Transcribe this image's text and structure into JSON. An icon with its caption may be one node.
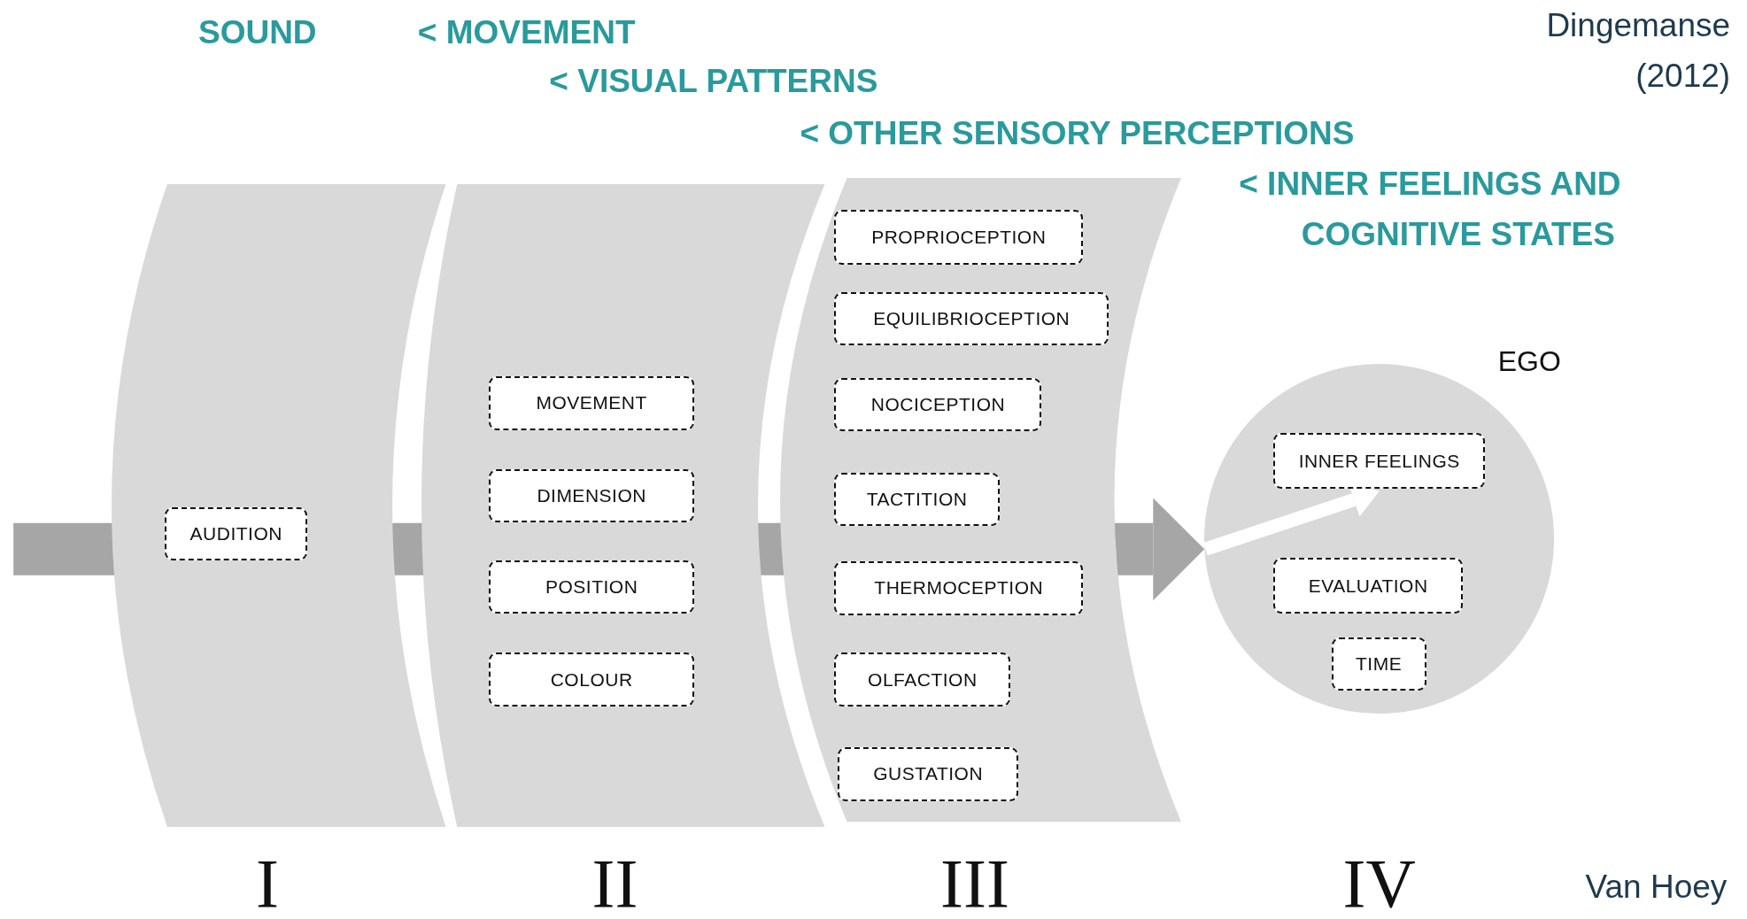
{
  "diagram": {
    "nodes": [
      {
        "text": [],
        "shape": "cylinder",
        "beside": [
          "I"
        ]
      },
      {
        "text": [
          "AUDITION"
        ],
        "in": 0
      },
      {
        "text": [],
        "shape": "cylinder",
        "beside": [
          "II"
        ]
      },
      {
        "text": [
          "MOVEMENT"
        ],
        "in": 2
      },
      {
        "text": [
          "DIMENSION"
        ],
        "in": 2
      },
      {
        "text": [
          "POSITION"
        ],
        "in": 2
      },
      {
        "text": [
          "COLOUR"
        ],
        "in": 2
      },
      {
        "text": [],
        "shape": "cylinder",
        "beside": [
          "III"
        ]
      },
      {
        "text": [
          "PROPRIOCEPTION"
        ],
        "in": 7
      },
      {
        "text": [
          "EQUILIBRIOCEPTION"
        ],
        "in": 7
      },
      {
        "text": [
          "NOCICEPTION"
        ],
        "in": 7
      },
      {
        "text": [
          "TACTITION"
        ],
        "in": 7
      },
      {
        "text": [
          "THERMOCEPTION"
        ],
        "in": 7
      },
      {
        "text": [
          "OLFACTION"
        ],
        "in": 7
      },
      {
        "text": [
          "GUSTATION"
        ],
        "in": 7
      },
      {
        "text": [
          "EGO"
        ],
        "beside": [
          "IV"
        ]
      },
      {
        "text": [
          "INNER FEELINGS"
        ],
        "in": 15
      },
      {
        "text": [
          "EVALUATION"
        ],
        "in": 15
      },
      {
        "text": [
          "TIME"
        ],
        "in": 15
      }
    ],
    "edges": [
      {
        "from": null,
        "to": 15,
        "arrow": "to",
        "style": "thick"
      },
      {
        "from": 15,
        "to": 16,
        "arrow": "to",
        "color": "#ffffff"
      }
    ],
    "labels": [
      "SOUND",
      "< MOVEMENT",
      "Dingemanse (2012)",
      "< VISUAL PATTERNS",
      "< OTHER SENSORY PERCEPTIONS",
      "< INNER FEELINGS AND COGNITIVE STATES",
      "Van Hoey"
    ]
  }
}
